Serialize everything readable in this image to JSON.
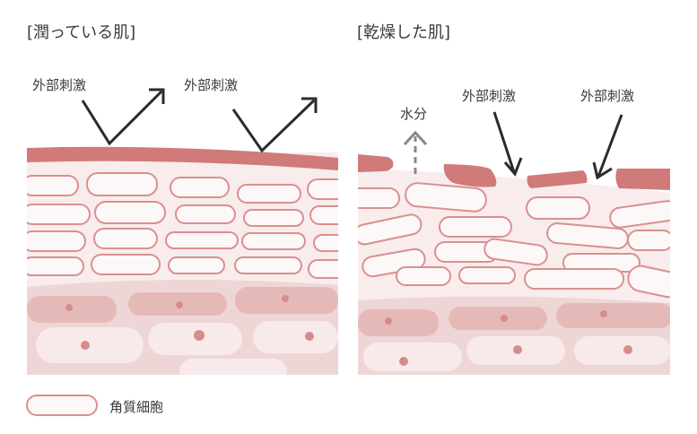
{
  "left": {
    "title": "[潤っている肌]",
    "labels": [
      "外部刺激",
      "外部刺激"
    ]
  },
  "right": {
    "title": "[乾燥した肌]",
    "water": "水分",
    "labels": [
      "外部刺激",
      "外部刺激"
    ]
  },
  "legend": {
    "label": "角質細胞"
  },
  "colors": {
    "surface": "#d07a7a",
    "horny_bg": "#f8ecec",
    "cell_stroke": "#d9908f",
    "cell_fill": "#fdf8f8",
    "lower_bg": "#efd6d6",
    "lower_cell": "#e6b9b9",
    "nucleus": "#d78c8c",
    "arrow": "#2b2b2b",
    "water_arrow": "#888888"
  }
}
